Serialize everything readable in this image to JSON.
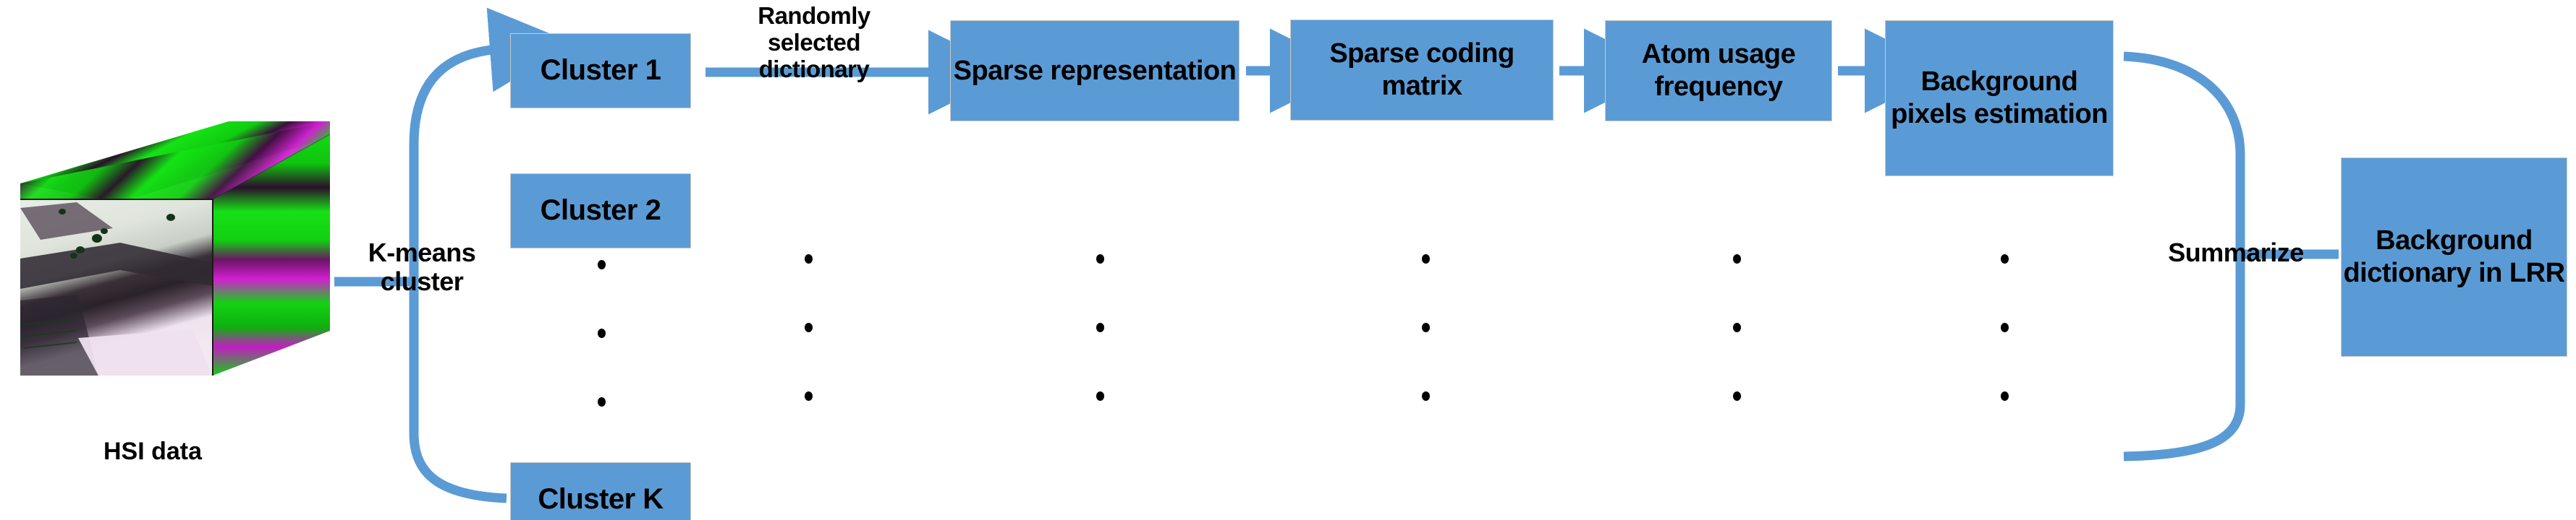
{
  "diagram": {
    "title": "Background dictionary learning pipeline",
    "accent_color": "#5B9BD5",
    "box_border_color": "#c9c9c9",
    "text_color": "#000000",
    "background_color": "#ffffff"
  },
  "source": {
    "caption": "HSI data",
    "icon": "hsi-datacube-image"
  },
  "connectors": {
    "kmeans_label": "K-means\ncluster",
    "dictionary_label": "Randomly\nselected\ndictionary",
    "summarize_label": "Summarize"
  },
  "clusters": [
    {
      "label": "Cluster 1"
    },
    {
      "label": "Cluster 2"
    },
    {
      "label": "Cluster K"
    }
  ],
  "pipeline": [
    {
      "label": "Sparse\nrepresentation"
    },
    {
      "label": "Sparse coding\nmatrix"
    },
    {
      "label": "Atom usage\nfrequency"
    },
    {
      "label": "Background\npixels\nestimation"
    }
  ],
  "output": {
    "label": "Background\ndictionary\nin LRR"
  },
  "ellipsis": {
    "glyph": "vertical-dots",
    "count": 3,
    "columns": [
      "clusters",
      "sparse-representation",
      "sparse-coding-matrix",
      "atom-usage-frequency",
      "background-pixels-estimation"
    ]
  }
}
